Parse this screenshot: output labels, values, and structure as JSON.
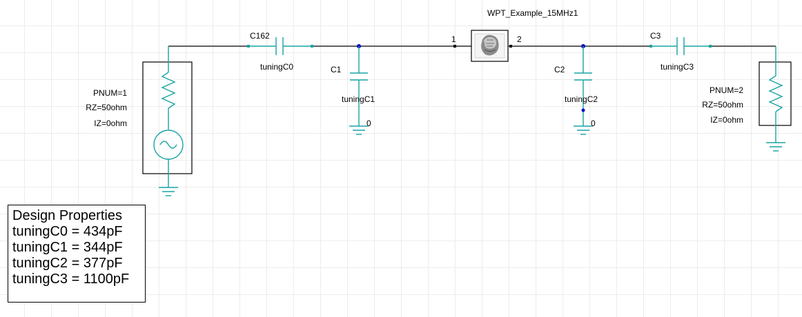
{
  "diagram": {
    "block_name": "WPT_Example_15MHz1",
    "block_port1": "1",
    "block_port2": "2",
    "port_left": {
      "pnum": "PNUM=1",
      "rz": "RZ=50ohm",
      "iz": "IZ=0ohm"
    },
    "port_right": {
      "pnum": "PNUM=2",
      "rz": "RZ=50ohm",
      "iz": "IZ=0ohm"
    },
    "c162": {
      "name": "C162",
      "value": "tuningC0"
    },
    "c1": {
      "name": "C1",
      "value": "tuningC1"
    },
    "c2": {
      "name": "C2",
      "value": "tuningC2"
    },
    "c3": {
      "name": "C3",
      "value": "tuningC3"
    },
    "ground_c1": "0",
    "ground_c2": "0"
  },
  "design_properties": {
    "title": "Design Properties",
    "lines": [
      "tuningC0 = 434pF",
      "tuningC1 = 344pF",
      "tuningC2 = 377pF",
      "tuningC3 = 1100pF"
    ]
  },
  "colors": {
    "component": "#1aa3a3",
    "wire": "#000000",
    "node": "#0000cc",
    "grid": "#ececec"
  }
}
